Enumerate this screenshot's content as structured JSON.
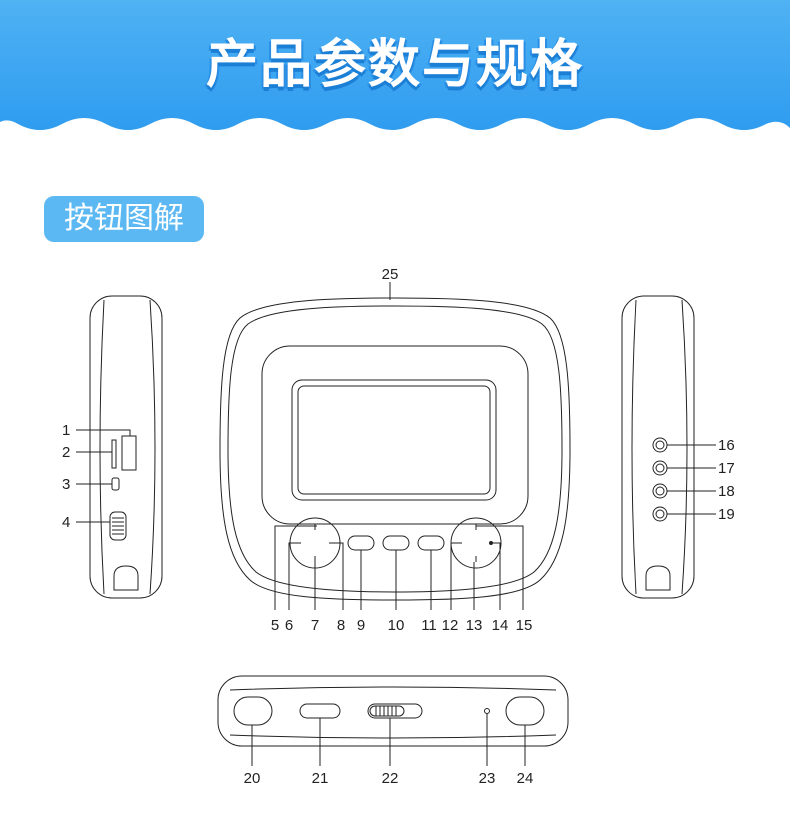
{
  "header": {
    "title": "产品参数与规格"
  },
  "section": {
    "label": "按钮图解"
  },
  "callouts": {
    "n1": "1",
    "n2": "2",
    "n3": "3",
    "n4": "4",
    "n5": "5",
    "n6": "6",
    "n7": "7",
    "n8": "8",
    "n9": "9",
    "n10": "10",
    "n11": "11",
    "n12": "12",
    "n13": "13",
    "n14": "14",
    "n15": "15",
    "n16": "16",
    "n17": "17",
    "n18": "18",
    "n19": "19",
    "n20": "20",
    "n21": "21",
    "n22": "22",
    "n23": "23",
    "n24": "24",
    "n25": "25"
  },
  "colors": {
    "banner_top": "#4fb2f3",
    "banner_bottom": "#2f9cf0",
    "label_bg": "#5bb8f2",
    "line": "#222222"
  }
}
